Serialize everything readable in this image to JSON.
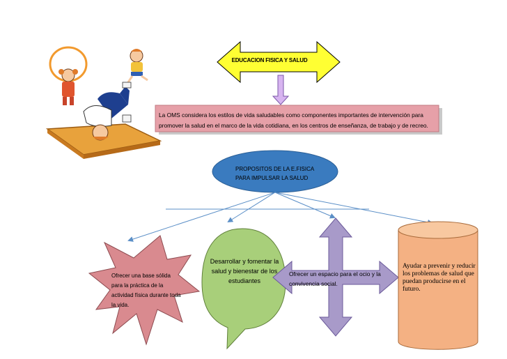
{
  "title": "EDUCACION FISICA Y SALUD",
  "oms_statement": "La OMS considera los estilos de vida saludables como componentes importantes de intervención para promover la salud en el marco de la vida cotidiana, en los centros de enseñanza, de trabajo y de recreo.",
  "purpose": {
    "line1": "PROPOSITOS DE LA E.FISICA",
    "line2": "PARA IMPULSAR LA SALUD"
  },
  "items": {
    "star": "Ofrecer una base sólida para la práctica de la actividad física durante toda la vida.",
    "bubble": "Desarrollar y fomentar la salud y bienestar de los estudiantes",
    "diamond": "Ofrecer un espacio para el ocio y la convivencia social.",
    "cylinder": "Ayudar a prevenir y reducir los problemas de salud que puedan producirse en el futuro."
  },
  "colors": {
    "title_fill": "#ffff33",
    "oms_fill": "#e6a0a8",
    "purpose_fill": "#3a7bbf",
    "star_fill": "#d98a8f",
    "bubble_fill": "#a8cf7a",
    "diamond_fill": "#a89ac9",
    "cylinder_fill": "#f4b183",
    "connector": "#5b8fc7",
    "down_arrow": "#d7b4f0"
  },
  "illustration": "children-doing-gymnastics-clipart"
}
